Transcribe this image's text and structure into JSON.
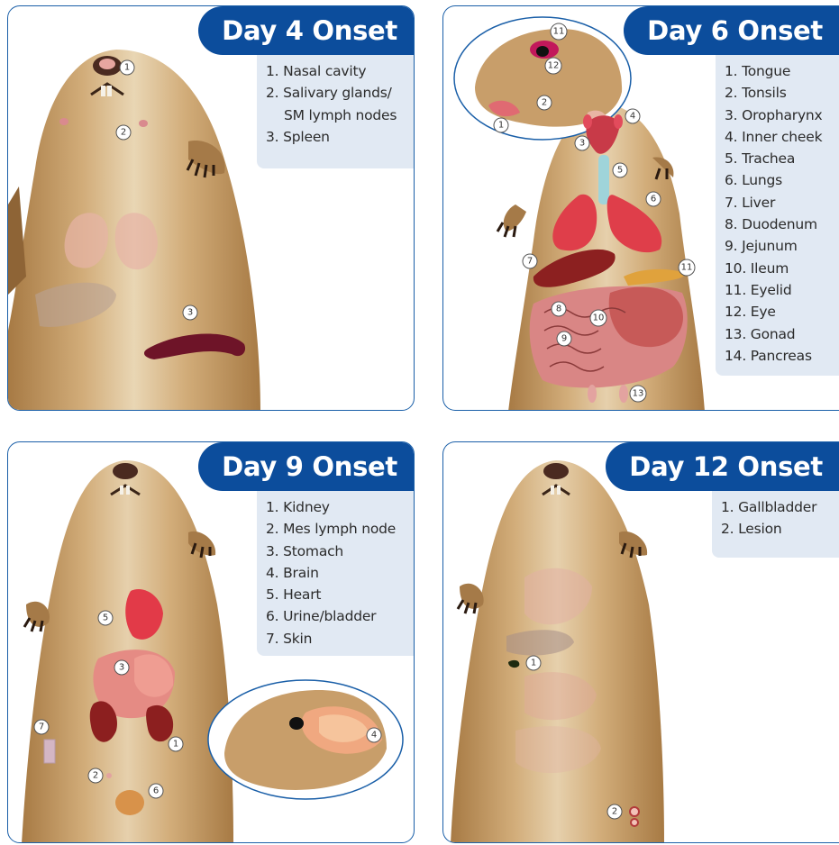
{
  "panels": [
    {
      "title": "Day 4 Onset",
      "legend": [
        "1. Nasal cavity",
        "2. Salivary glands/",
        "SM lymph nodes",
        "3. Spleen"
      ],
      "markers": [
        "1",
        "2",
        "3"
      ]
    },
    {
      "title": "Day 6 Onset",
      "legend": [
        "1. Tongue",
        "2. Tonsils",
        "3. Oropharynx",
        "4. Inner cheek",
        "5. Trachea",
        "6. Lungs",
        "7. Liver",
        "8. Duodenum",
        "9. Jejunum",
        "10. Ileum",
        "11. Eyelid",
        "12. Eye",
        "13. Gonad",
        "14. Pancreas"
      ],
      "markers": [
        "1",
        "2",
        "3",
        "4",
        "5",
        "6",
        "7",
        "8",
        "9",
        "10",
        "11",
        "11",
        "12",
        "13"
      ]
    },
    {
      "title": "Day 9 Onset",
      "legend": [
        "1. Kidney",
        "2. Mes lymph node",
        "3. Stomach",
        "4. Brain",
        "5. Heart",
        "6. Urine/bladder",
        "7. Skin"
      ],
      "markers": [
        "1",
        "2",
        "3",
        "4",
        "5",
        "6",
        "7"
      ]
    },
    {
      "title": "Day 12 Onset",
      "legend": [
        "1. Gallbladder",
        "2. Lesion"
      ],
      "markers": [
        "1",
        "2"
      ]
    }
  ],
  "colors": {
    "title_bg": "#0c4d9c",
    "legend_bg": "#e1e9f3",
    "border": "#1a5fa8",
    "fur": "#c9a06c",
    "fur_light": "#e6d2ae",
    "spleen": "#6e1428",
    "organ_red": "#d9535e",
    "liver": "#8c2020",
    "stomach": "#d06a6a"
  }
}
